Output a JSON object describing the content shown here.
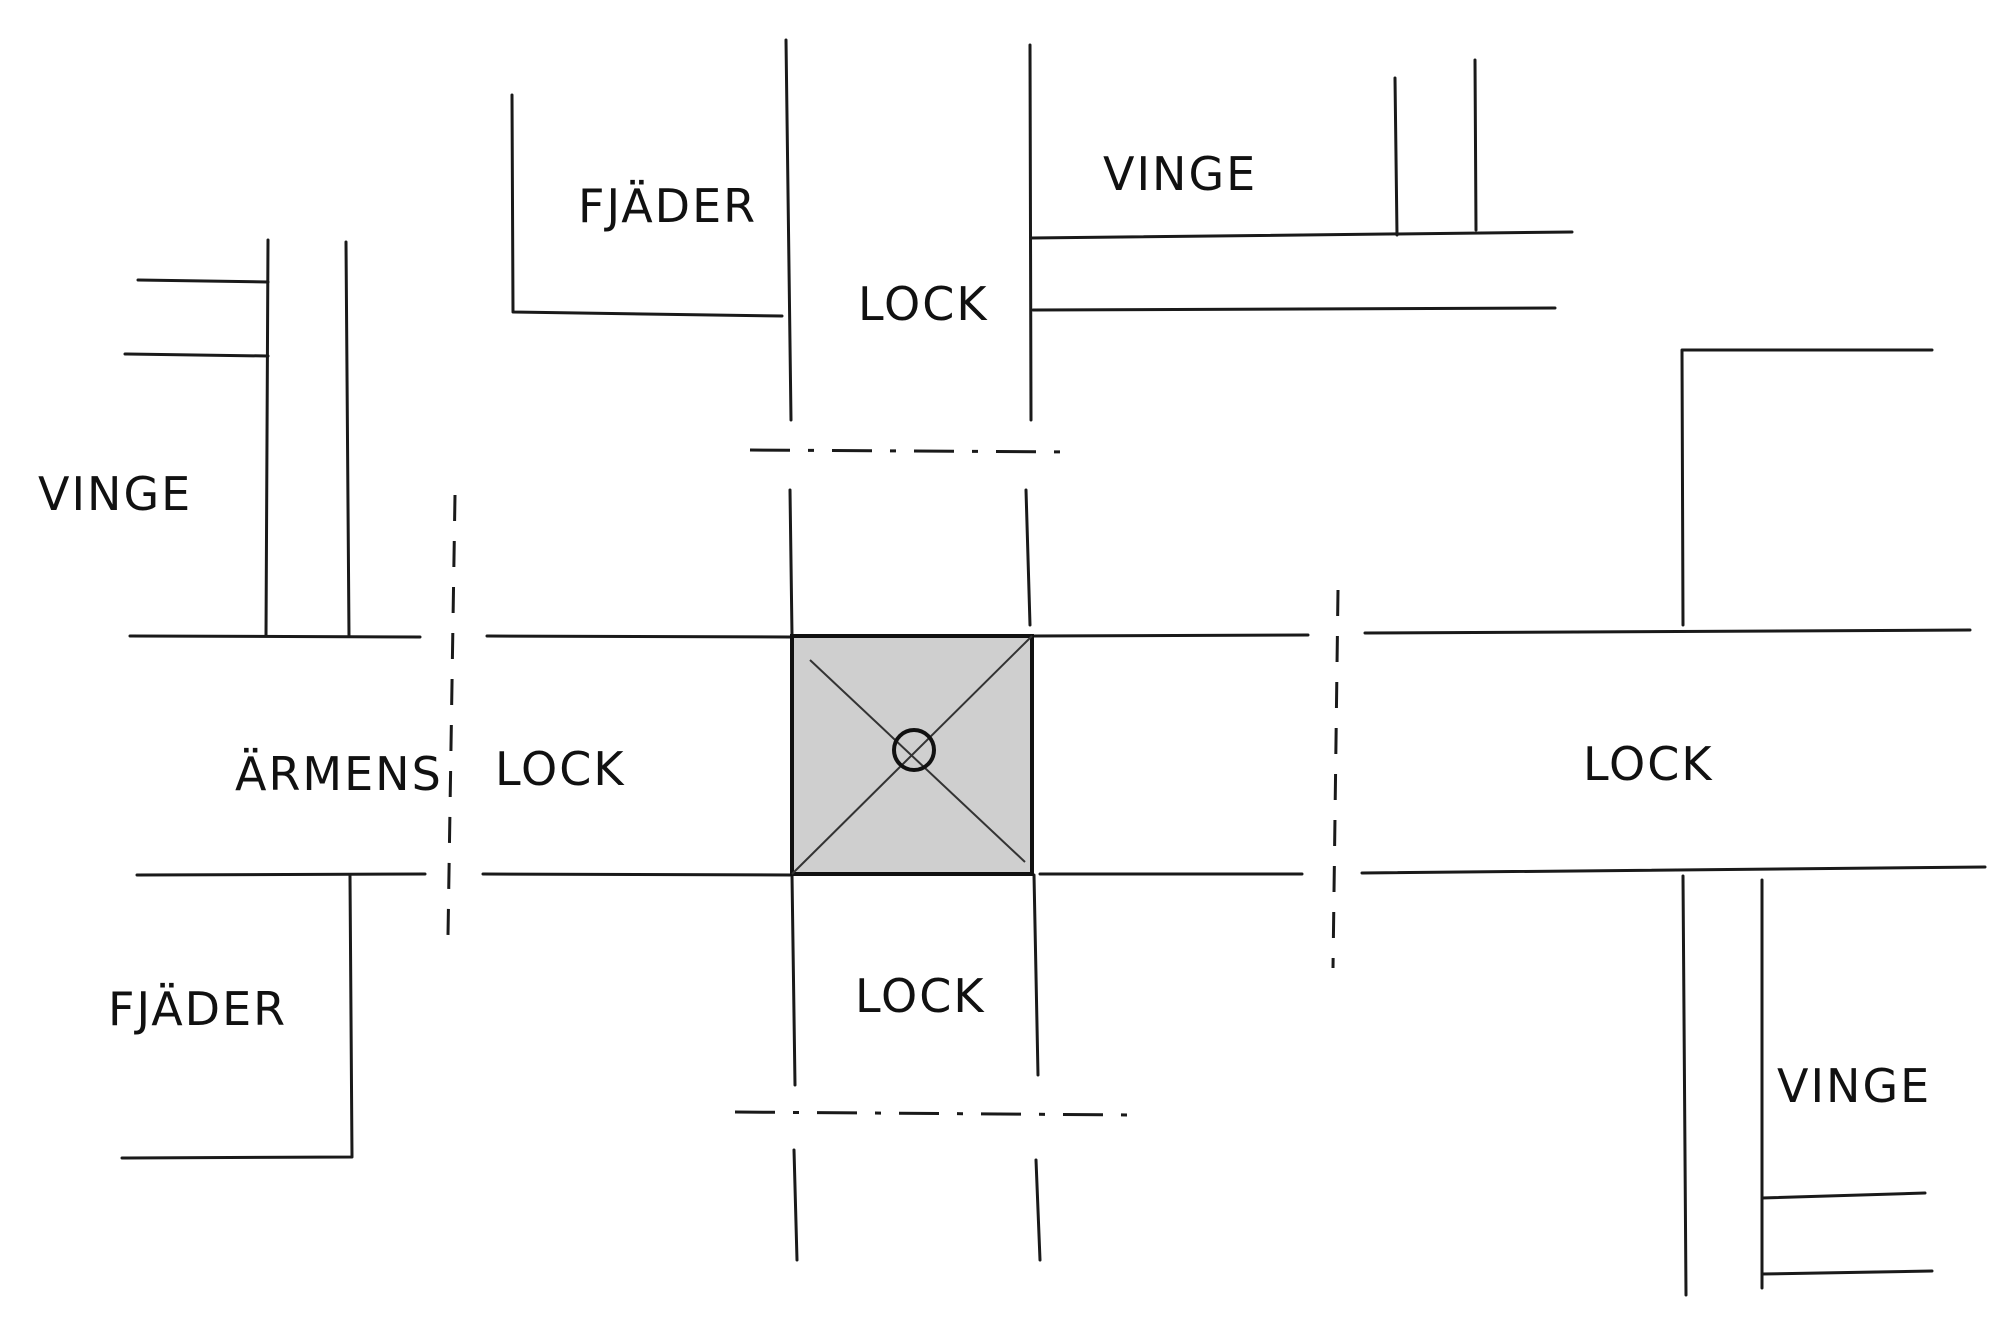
{
  "labels": {
    "fjader_top": "FJÄDER",
    "vinge_top": "VINGE",
    "lock_top": "LOCK",
    "vinge_left": "VINGE",
    "armens": "ÄRMENS",
    "lock_left": "LOCK",
    "lock_right": "LOCK",
    "fjader_bottom": "FJÄDER",
    "lock_bottom": "LOCK",
    "vinge_bottom": "VINGE"
  },
  "colors": {
    "ink": "#1a1a1a",
    "shade": "#cfcfcf"
  }
}
